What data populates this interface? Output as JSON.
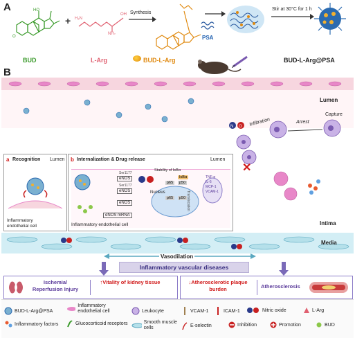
{
  "section_a": {
    "label": "A",
    "compounds": {
      "bud": "BUD",
      "larg": "L-Arg",
      "budlarg": "BUD-L-Arg"
    },
    "plus": "+",
    "synthesis": "Synthesis",
    "psa": "PSA",
    "stir": "Stir at 30°C for 1 h",
    "product": "BUD-L-Arg@PSA"
  },
  "section_b": {
    "label": "B",
    "lumen": "Lumen",
    "capture": "Capture",
    "arrest": "Arrest",
    "infiltration": "Infiltration",
    "intima": "Intima",
    "media": "Media",
    "vasodilation": "Vasodilation",
    "panel_a": {
      "tag": "a",
      "title": "Recognition",
      "lumen": "Lumen",
      "cell": "Inflammatory endothelial cell"
    },
    "panel_b": {
      "tag": "b",
      "title": "Internalization & Drug release",
      "lumen": "Lumen",
      "cell": "Inflammatory endothelial cell",
      "ser1": "Ser1177",
      "ser2": "Ser1177",
      "enos1": "eNOS",
      "enos2": "eNOS",
      "enos3": "eNOS",
      "stability": "Stability of IκBα",
      "ikba": "IκBα",
      "p65a": "p65",
      "p50a": "p50",
      "p65b": "p65",
      "p50b": "p50",
      "nucleus": "Nucleus",
      "translocation": "Translocation",
      "mrna": "eNOS mRNA",
      "cytokines": [
        "TNF-α",
        "IL-6",
        "MCP-1",
        "VCAM-1"
      ]
    }
  },
  "diseases": {
    "title": "Inflammatory vascular diseases",
    "items": [
      "Ischemia/ Reperfusion Injury",
      "↑Vitality of kidney tissue",
      "↓Atherosclerotic plaque burden",
      "Atherosclerosis"
    ]
  },
  "legend": {
    "items": [
      "BUD-L-Arg@PSA",
      "Inflammatory endothelial cell",
      "Leukocyte",
      "VCAM-1",
      "ICAM-1",
      "Nitric oxide",
      "L-Arg",
      "Inflammatory factors",
      "Glucocorticoid receptors",
      "Smooth muscle cells",
      "E-selectin",
      "Inhibition",
      "Promotion",
      "BUD"
    ],
    "no_symbol": "N O"
  }
}
